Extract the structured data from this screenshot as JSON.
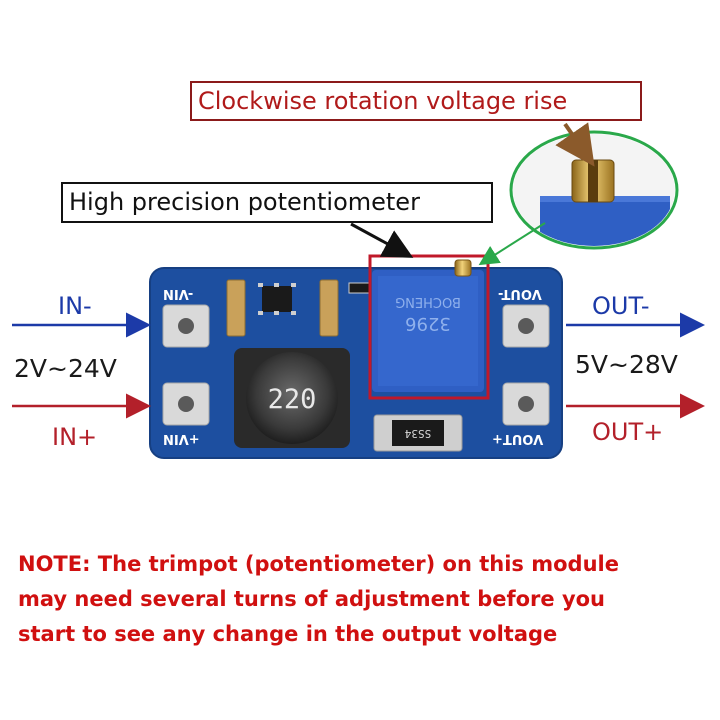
{
  "callouts": {
    "rotation": "Clockwise rotation voltage rise",
    "potentiometer": "High precision potentiometer"
  },
  "input": {
    "minus_label": "IN-",
    "plus_label": "IN+",
    "range": "2V~24V"
  },
  "output": {
    "minus_label": "OUT-",
    "plus_label": "OUT+",
    "range": "5V~28V"
  },
  "board": {
    "silk_vin_minus": "-VIN",
    "silk_vin_plus": "+VIN",
    "silk_vout_minus": "VOUT-",
    "silk_vout_plus": "VOUT+",
    "inductor_marking": "220",
    "trimpot_brand": "BOCHENG",
    "trimpot_model": "3296",
    "diode_marking": "SS34",
    "pcb_color": "#1d4fa0",
    "trimpot_color": "#2f5fc4"
  },
  "note": {
    "line1": "NOTE: The trimpot (potentiometer) on this module",
    "line2": "may need several turns of adjustment before you",
    "line3": "start to see any change in the output voltage"
  },
  "colors": {
    "input_arrow": "#1c3aa8",
    "output_arrow": "#b3202a",
    "highlight_box": "#c0182a",
    "zoom_circle": "#2aa84a"
  }
}
